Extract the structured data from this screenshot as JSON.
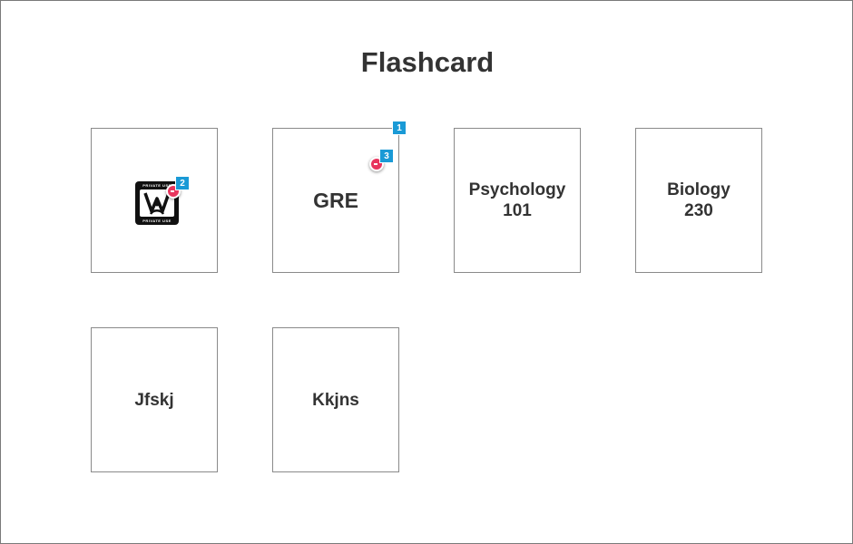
{
  "page": {
    "title": "Flashcard"
  },
  "cards": [
    {
      "label": "",
      "logo": {
        "top_text": "PRIVATE USE",
        "bottom_text": "PRIVATE USE"
      }
    },
    {
      "label": "GRE"
    },
    {
      "label": "Psychology\n101"
    },
    {
      "label": "Biology\n230"
    },
    {
      "label": "Jfskj"
    },
    {
      "label": "Kkjns"
    }
  ],
  "annotations": [
    {
      "number": "1"
    },
    {
      "number": "2"
    },
    {
      "number": "3"
    }
  ],
  "colors": {
    "badge": "#1a9ad6",
    "pin": "#e8365e",
    "text": "#333333",
    "border": "#8a8a8a"
  }
}
